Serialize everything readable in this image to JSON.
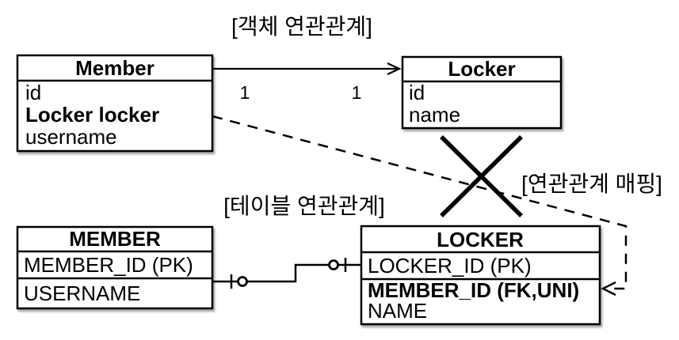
{
  "colors": {
    "line": "#000000",
    "background": "#ffffff",
    "text": "#000000"
  },
  "object_section": {
    "caption": "[객체 연관관계]",
    "member": {
      "title": "Member",
      "field_id": "id",
      "field_locker": "Locker locker",
      "field_username": "username"
    },
    "locker": {
      "title": "Locker",
      "field_id": "id",
      "field_name": "name"
    },
    "multiplicity_source": "1",
    "multiplicity_target": "1"
  },
  "mapping_caption": "[연관관계 매핑]",
  "table_section": {
    "caption": "[테이블 연관관계]",
    "member_table": {
      "title": "MEMBER",
      "row_pk": "MEMBER_ID (PK)",
      "row_username": "USERNAME"
    },
    "locker_table": {
      "title": "LOCKER",
      "row_pk": "LOCKER_ID (PK)",
      "row_fk": "MEMBER_ID (FK,UNI)",
      "row_name": "NAME"
    }
  }
}
